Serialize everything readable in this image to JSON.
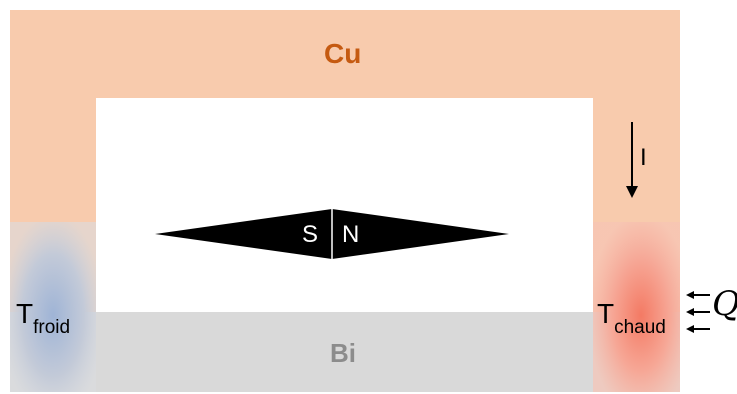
{
  "labels": {
    "top_metal": "Cu",
    "bottom_metal": "Bi",
    "cold_temperature": {
      "main": "T",
      "subscript": "froid"
    },
    "hot_temperature": {
      "main": "T",
      "subscript": "chaud"
    },
    "current": "I",
    "heat": "Q",
    "magnet_south": "S",
    "magnet_north": "N"
  },
  "colors": {
    "copper": "#f8cbad",
    "bismuth": "#d9d9d9",
    "cold": "#8ea9db",
    "hot": "#f4806a",
    "cu_text": "#c55a11",
    "bi_text": "#8c8c8c",
    "magnet": "#000000"
  }
}
